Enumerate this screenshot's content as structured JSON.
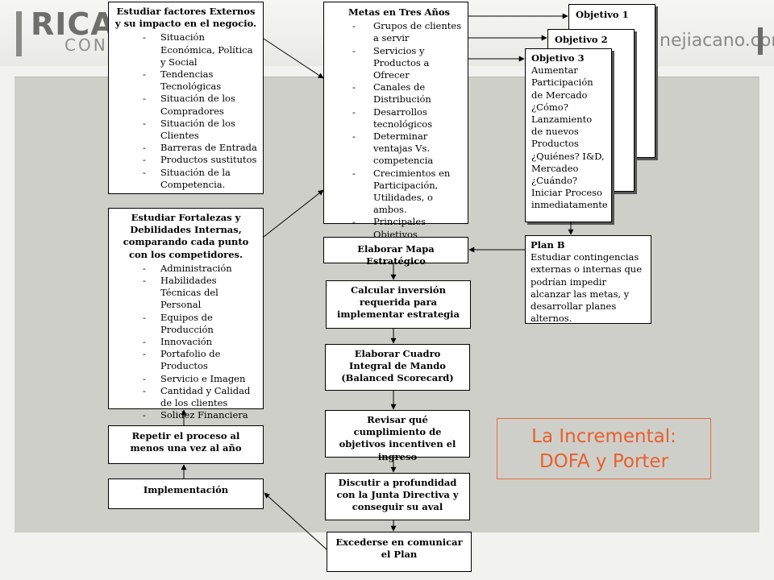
{
  "header": {
    "logo_name": "RICARDO",
    "logo_sub": "CONSULT",
    "website": "nejiacano.com"
  },
  "external": {
    "title": "Estudiar factores Externos y su impacto en el negocio.",
    "items": [
      "Situación Económica, Política y Social",
      "Tendencias Tecnológicas",
      "Situación de los Compradores",
      "Situación de los Clientes",
      "Barreras de Entrada",
      "Productos sustitutos",
      "Situación de la Competencia."
    ]
  },
  "internal": {
    "title": "Estudiar Fortalezas y Debilidades Internas, comparando cada punto con los competidores.",
    "items": [
      "Administración",
      "Habilidades Técnicas del Personal",
      "Equipos de Producción",
      "Innovación",
      "Portafolio de Productos",
      "Servicio e Imagen",
      "Cantidad y Calidad de los clientes",
      "Solidez Financiera"
    ]
  },
  "goals": {
    "title": "Metas en Tres Años",
    "items": [
      "Grupos de clientes a servir",
      "Servicios y Productos a Ofrecer",
      "Canales de Distribución",
      "Desarrollos tecnológicos",
      "Determinar ventajas Vs. competencia",
      "Crecimientos en Participación, Utilidades, o ambos.",
      "Principales Objetivos Financieros"
    ]
  },
  "objectives": {
    "obj1": "Objetivo 1",
    "obj2": "Objetivo 2",
    "obj3_title": "Objetivo 3",
    "obj3_body": "Aumentar Participación de Mercado ¿Cómo? Lanzamiento de nuevos Productos ¿Quiénes? I&D, Mercadeo ¿Cuándo? Iniciar Proceso inmediatamente"
  },
  "planb": {
    "title": "Plan B",
    "body": "Estudiar contingencias externas o internas que podrían impedir alcanzar las metas, y desarrollar planes alternos."
  },
  "steps": {
    "map": "Elaborar Mapa Estratégico",
    "invest": "Calcular inversión requerida para implementar estrategia",
    "bsc": "Elaborar Cuadro Integral de Mando (Balanced Scorecard)",
    "review": "Revisar qué cumplimiento de objetivos incentiven el ingreso",
    "board": "Discutir a profundidad con la Junta Directiva y conseguir su aval",
    "communicate": "Excederse en comunicar el Plan",
    "implement": "Implementación",
    "repeat": "Repetir el proceso al menos una vez al año"
  },
  "callout": {
    "line1": "La Incremental:",
    "line2": "DOFA y Porter"
  },
  "colors": {
    "accent": "#e8602c",
    "panel": "#cfcfca"
  }
}
